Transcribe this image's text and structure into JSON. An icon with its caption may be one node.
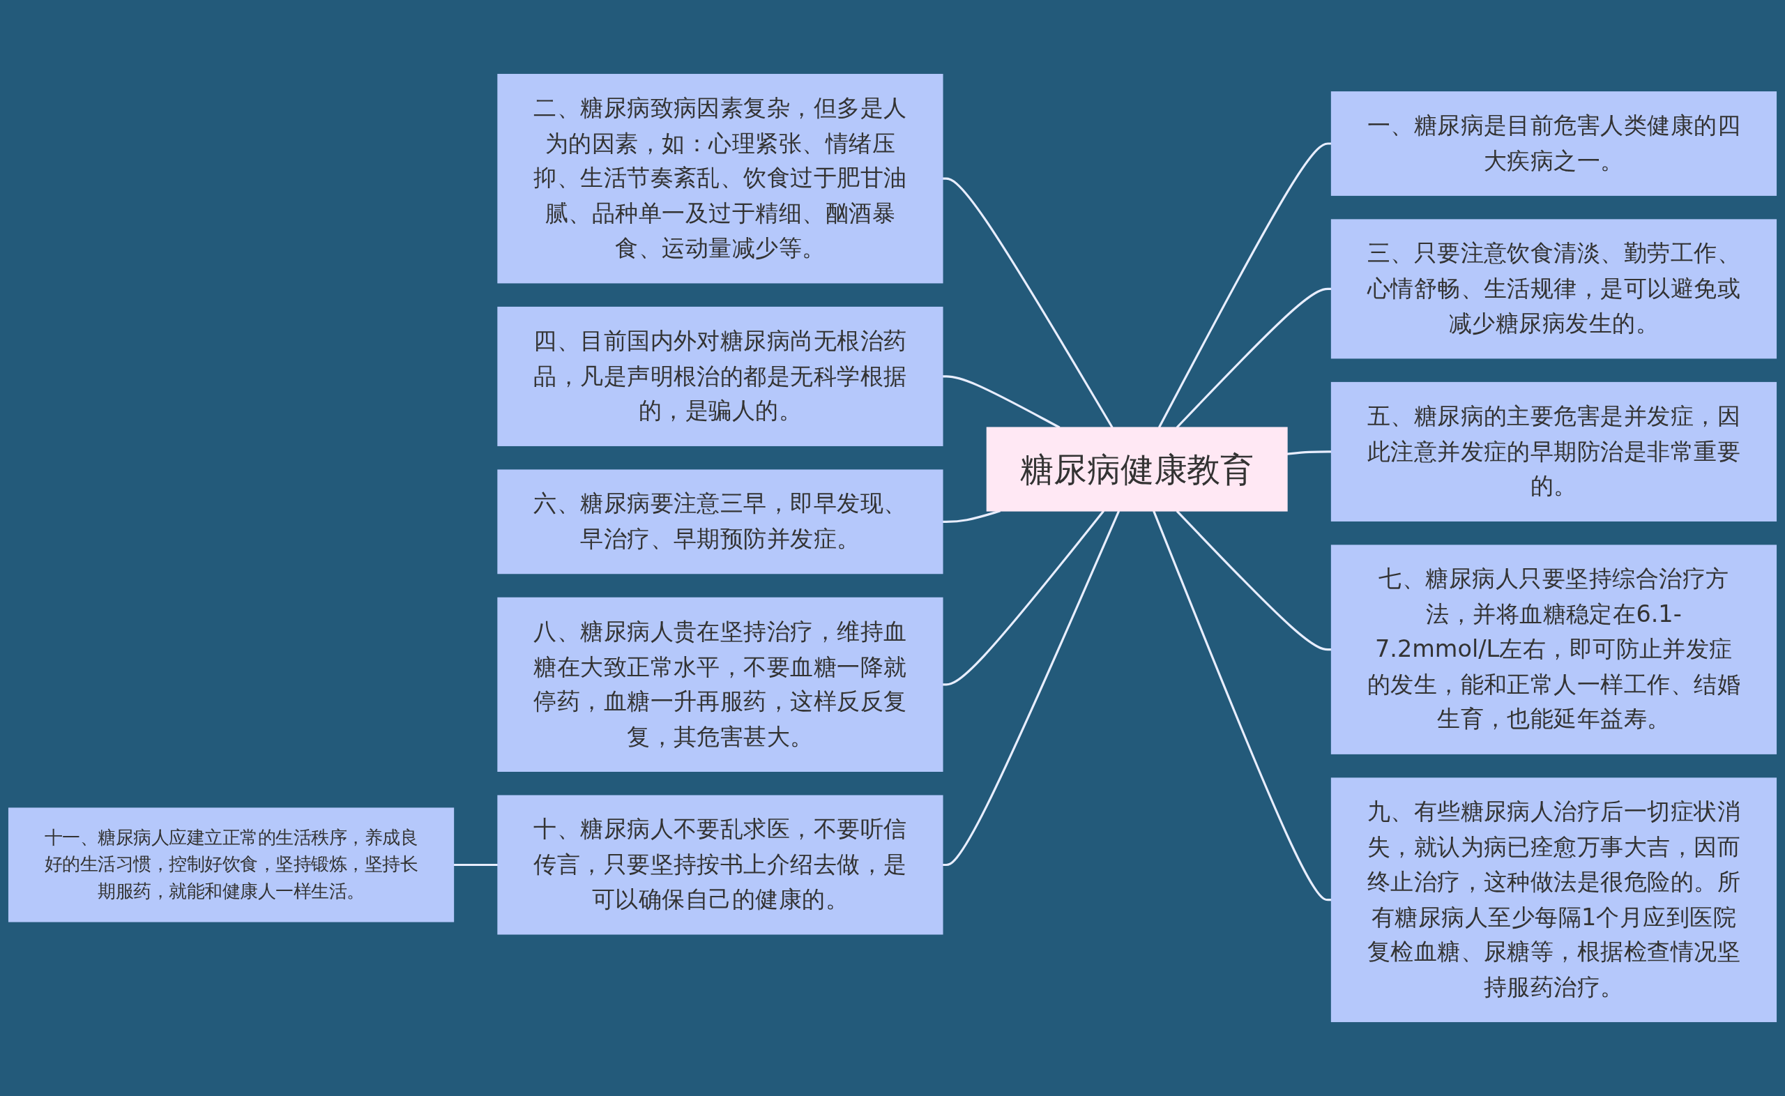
{
  "diagram": {
    "nodes": [
      {
        "text": [
          "糖尿病健康教育"
        ]
      },
      {
        "text": [
          "一、糖尿病是目前危害人类健康的四大疾病之一。"
        ]
      },
      {
        "text": [
          "二、糖尿病致病因素复杂，但多是人为的因素，如：心理紧张、情绪压抑、生活节奏紊乱、饮食过于肥甘油腻、品种单一及过于精细、酗酒暴食、运动量减少等。"
        ]
      },
      {
        "text": [
          "三、只要注意饮食清淡、勤劳工作、心情舒畅、生活规律，是可以避免或减少糖尿病发生的。"
        ]
      },
      {
        "text": [
          "四、目前国内外对糖尿病尚无根治药品，凡是声明根治的都是无科学根据的，是骗人的。"
        ]
      },
      {
        "text": [
          "五、糖尿病的主要危害是并发症，因此注意并发症的早期防治是非常重要的。"
        ]
      },
      {
        "text": [
          "六、糖尿病要注意三早，即早发现、早治疗、早期预防并发症。"
        ]
      },
      {
        "text": [
          "七、糖尿病人只要坚持综合治疗方法，并将血糖稳定在6.1-7.2mmol/L左右，即可防止并发症的发生，能和正常人一样工作、结婚生育，也能延年益寿。"
        ]
      },
      {
        "text": [
          "八、糖尿病人贵在坚持治疗，维持血糖在大致正常水平，不要血糖一降就停药，血糖一升再服药，这样反反复复，其危害甚大。"
        ]
      },
      {
        "text": [
          "九、有些糖尿病人治疗后一切症状消失，就认为病已痊愈万事大吉，因而终止治疗，这种做法是很危险的。所有糖尿病人至少每隔1个月应到医院复检血糖、尿糖等，根据检查情况坚持服药治疗。"
        ]
      },
      {
        "text": [
          "十、糖尿病人不要乱求医，不要听信传言，只要坚持按书上介绍去做，是可以确保自己的健康的。"
        ]
      },
      {
        "text": [
          "十一、糖尿病人应建立正常的生活秩序，养成良好的生活习惯，控制好饮食，坚持锻炼，坚持长期服药，就能和健康人一样生活。"
        ]
      }
    ],
    "edges": [
      {
        "from": 0,
        "to": 1,
        "arrow": "none"
      },
      {
        "from": 0,
        "to": 2,
        "arrow": "none"
      },
      {
        "from": 0,
        "to": 3,
        "arrow": "none"
      },
      {
        "from": 0,
        "to": 4,
        "arrow": "none"
      },
      {
        "from": 0,
        "to": 5,
        "arrow": "none"
      },
      {
        "from": 0,
        "to": 6,
        "arrow": "none"
      },
      {
        "from": 0,
        "to": 7,
        "arrow": "none"
      },
      {
        "from": 0,
        "to": 8,
        "arrow": "none"
      },
      {
        "from": 0,
        "to": 9,
        "arrow": "none"
      },
      {
        "from": 0,
        "to": 10,
        "arrow": "none"
      },
      {
        "from": 10,
        "to": 11,
        "arrow": "none"
      }
    ]
  }
}
